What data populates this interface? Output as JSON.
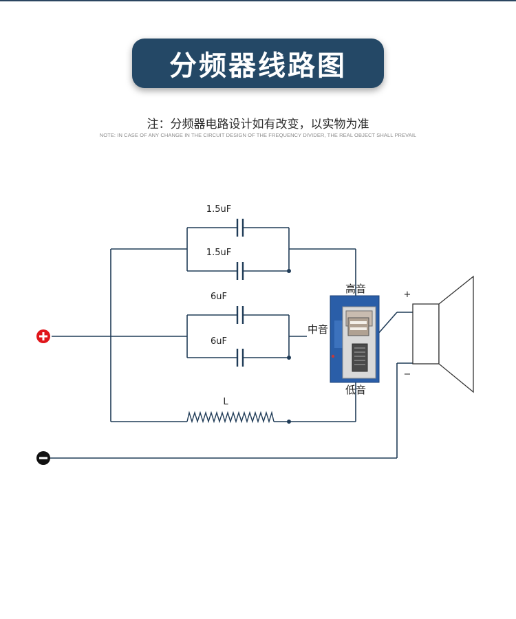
{
  "header": {
    "title": "分频器线路图"
  },
  "note": {
    "cn": "注：分频器电路设计如有改变，以实物为准",
    "en": "NOTE: IN CASE OF ANY CHANGE IN THE CIRCUIT DESIGN OF THE FREQUENCY DIVIDER, THE REAL OBJECT SHALL PREVAIL"
  },
  "diagram": {
    "capacitors": {
      "c1": "1.5uF",
      "c2": "1.5uF",
      "c3": "6uF",
      "c4": "6uF"
    },
    "inductor": "L",
    "switch": {
      "high": "高音",
      "mid": "中音",
      "low": "低音"
    },
    "speaker": {
      "plus": "+",
      "minus": "−"
    },
    "terminals": {
      "positive": "+",
      "negative": "−"
    },
    "colors": {
      "wire": "#1f3b57",
      "positive_terminal": "#e0161b",
      "negative_terminal": "#111111",
      "switch_board": "#2a5ea8",
      "title_bg": "#244866"
    }
  }
}
